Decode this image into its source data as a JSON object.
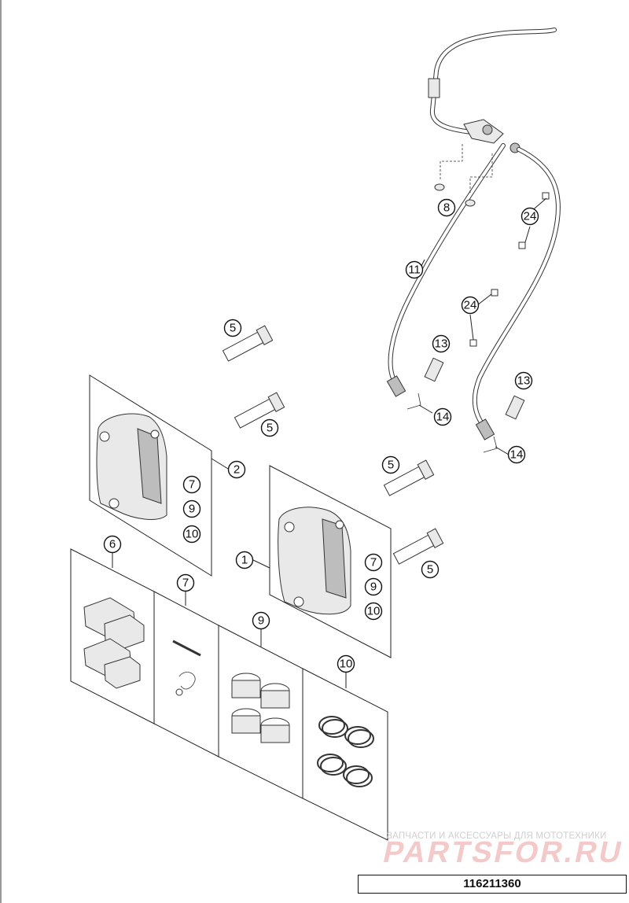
{
  "diagram": {
    "document_number": "116211360",
    "watermark": {
      "tagline": "ЗАПЧАСТИ И АКСЕССУАРЫ ДЛЯ МОТОТЕХНИКИ",
      "logo_text": "PARTSFOR.RU"
    },
    "callouts": [
      {
        "id": "c1",
        "label": "1"
      },
      {
        "id": "c2",
        "label": "2"
      },
      {
        "id": "c5a",
        "label": "5"
      },
      {
        "id": "c5b",
        "label": "5"
      },
      {
        "id": "c5c",
        "label": "5"
      },
      {
        "id": "c5d",
        "label": "5"
      },
      {
        "id": "c6",
        "label": "6"
      },
      {
        "id": "c7a",
        "label": "7"
      },
      {
        "id": "c7b",
        "label": "7"
      },
      {
        "id": "c7c",
        "label": "7"
      },
      {
        "id": "c8",
        "label": "8"
      },
      {
        "id": "c9a",
        "label": "9"
      },
      {
        "id": "c9b",
        "label": "9"
      },
      {
        "id": "c9c",
        "label": "9"
      },
      {
        "id": "c10a",
        "label": "10"
      },
      {
        "id": "c10b",
        "label": "10"
      },
      {
        "id": "c10c",
        "label": "10"
      },
      {
        "id": "c11",
        "label": "11"
      },
      {
        "id": "c13a",
        "label": "13"
      },
      {
        "id": "c13b",
        "label": "13"
      },
      {
        "id": "c14a",
        "label": "14"
      },
      {
        "id": "c14b",
        "label": "14"
      },
      {
        "id": "c24a",
        "label": "24"
      },
      {
        "id": "c24b",
        "label": "24"
      }
    ]
  }
}
